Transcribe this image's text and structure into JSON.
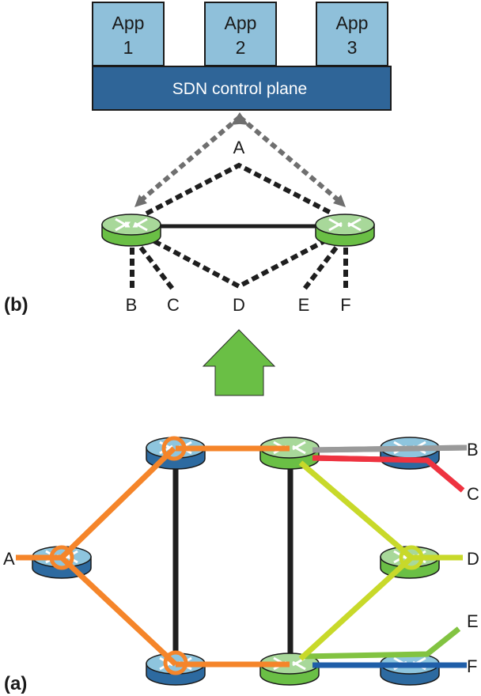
{
  "colors": {
    "app_fill": "#8fc0da",
    "control_plane_fill": "#2f6598",
    "router_green_top": "#a8d89a",
    "router_green_side": "#6abf45",
    "router_blue_top": "#8ec5de",
    "router_blue_side": "#2d6aa0",
    "arrow_green": "#6abf45",
    "control_link_gray": "#6f6f6f",
    "path_orange": "#f5852a",
    "path_gray": "#9a9a9a",
    "path_red": "#ee3340",
    "path_lime": "#c8d92a",
    "path_green": "#82c341",
    "path_blue": "#1f5ea8",
    "link_black": "#1e1e1e"
  },
  "panel_b": {
    "label": "(b)",
    "apps": [
      {
        "line1": "App",
        "line2": "1"
      },
      {
        "line1": "App",
        "line2": "2"
      },
      {
        "line1": "App",
        "line2": "3"
      }
    ],
    "control_plane": "SDN control plane",
    "endpoints": {
      "A": "A",
      "B": "B",
      "C": "C",
      "D": "D",
      "E": "E",
      "F": "F"
    }
  },
  "transition_arrow": "up-arrow",
  "panel_a": {
    "label": "(a)",
    "endpoints": {
      "A": "A",
      "B": "B",
      "C": "C",
      "D": "D",
      "E": "E",
      "F": "F"
    }
  }
}
